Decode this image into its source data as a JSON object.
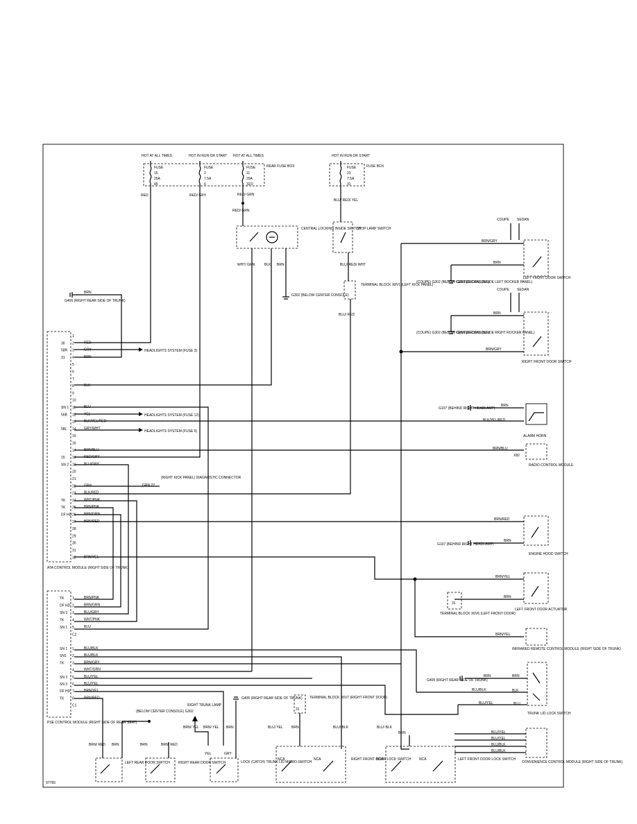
{
  "figure_id": "97783",
  "fuses": {
    "rear": [
      {
        "status": "HOT AT ALL TIMES",
        "fuse": "FUSE",
        "num": "15",
        "amp": "25A",
        "pin": "45"
      },
      {
        "status": "HOT IN RUN OR START",
        "fuse": "FUSE",
        "num": "2",
        "amp": "7.5A",
        "pin": "6"
      },
      {
        "status": "HOT AT ALL TIMES",
        "fuse": "FUSE",
        "num": "11",
        "amp": "20A",
        "pin": "32/2"
      }
    ],
    "rear_box": "REAR FUSE BOX",
    "front": {
      "status": "HOT IN RUN OR START",
      "fuse": "FUSE",
      "num": "23",
      "amp": "7.5A",
      "pin": "31"
    },
    "front_box": "FUSE BOX"
  },
  "labels": {
    "central_locking": "CENTRAL LOCKING INSIDE SWITCH",
    "stop_lamp": "STOP LAMP SWITCH",
    "terminal_x8v1": "TERMINAL BLOCK X8V1 (LEFT KICK PANEL)",
    "g302_console": "G302 (BELOW CENTER CONSOLE)",
    "g405_trunk": "G405 (RIGHT REAR SIDE OF TRUNK)",
    "ata_module": "ATA CONTROL MODULE (RIGHT SIDE OF TRUNK)",
    "headlights_fuse3": "HEADLIGHTS SYSTEM (FUSE 3)",
    "headlights_fuse12": "HEADLIGHTS SYSTEM (FUSE 12)",
    "headlights_fuse6": "HEADLIGHTS SYSTEM (FUSE 6)",
    "diag_connector": "(RIGHT KICK PANEL) DIAGNOSTIC CONNECTOR",
    "lf_door_switch": "LEFT FRONT DOOR SWITCH",
    "rf_door_switch": "RIGHT FRONT DOOR SWITCH",
    "coupe_g302": "(COUPE) G302 (BELOW CENTER CONSOLE)",
    "sedan_g303": "G303 (SEDAN) (INSIDE LEFT ROCKER PANEL)",
    "sedan_g316": "G316 (SEDAN) (INSIDE RIGHT ROCKER PANEL)",
    "coupe": "COUPE",
    "sedan": "SEDAN",
    "g107_alarm": "G107 (BEHIND RIGHT HEADLAMP)",
    "alarm_horn": "ALARM HORN",
    "radio_module": "RADIO CONTROL MODULE",
    "x82": "X82",
    "g107_hood": "G107 (BEHIND RIGHT HEADLAMP)",
    "hood_switch": "ENGINE HOOD SWITCH",
    "lf_actuator": "LEFT FRONT DOOR ACTUATOR",
    "terminal_x6v6": "TERMINAL BLOCK X6V6 (LEFT FRONT DOOR)",
    "infrared": "INFRARED REMOTE CONTROL MODULE (RIGHT SIDE OF TRUNK)",
    "trunk_lock": "TRUNK LID LOCK SWITCH",
    "g405_trunk2": "G405 (RIGHT REAR SIDE OF TRUNK)",
    "conv_module": "CONVENIENCE CONTROL MODULE (RIGHT SIDE OF TRUNK)",
    "pse_module": "PSE CONTROL MODULE (RIGHT SIDE OF REAR SEAT)",
    "lr_door": "LEFT REAR DOOR SWITCH",
    "rr_door": "RIGHT REAR DOOR SWITCH",
    "g302_bottom": "(BELOW CENTER CONSOLE) G302",
    "trunk_lamp": "RIGHT TRUNK LAMP",
    "g405_bottom": "G405 (RIGHT REAR SIDE OF TRUNK)",
    "trunk_micro": "LOCK (CATCH) TRUNK LID MICRO-SWITCH",
    "terminal_x6v7": "TERMINAL BLOCK X6V7 (RIGHT FRONT DOOR)",
    "rf_lock": "RIGHT FRONT DOOR LOCK SWITCH",
    "lf_lock": "LEFT FRONT DOOR LOCK SWITCH"
  },
  "ata_pins": [
    {
      "n": "1",
      "f": "",
      "wire": ""
    },
    {
      "n": "2",
      "f": "30",
      "wire": "RED"
    },
    {
      "n": "3",
      "f": "58R",
      "wire": "GRY"
    },
    {
      "n": "4",
      "f": "31",
      "wire": "BRN"
    },
    {
      "n": "5",
      "f": "",
      "wire": ""
    },
    {
      "n": "6",
      "f": "",
      "wire": ""
    },
    {
      "n": "7",
      "f": "",
      "wire": ""
    },
    {
      "n": "8",
      "f": "",
      "wire": "BLK"
    },
    {
      "n": "9",
      "f": "",
      "wire": ""
    },
    {
      "n": "10",
      "f": "",
      "wire": ""
    },
    {
      "n": "11",
      "f": "SN 1",
      "wire": "BLU"
    },
    {
      "n": "12",
      "f": "56B",
      "wire": "YEL"
    },
    {
      "n": "13",
      "f": "",
      "wire": "BLK/YEL/RED"
    },
    {
      "n": "14",
      "f": "58L",
      "wire": "GRY/WHT"
    },
    {
      "n": "15",
      "f": "",
      "wire": ""
    },
    {
      "n": "16",
      "f": "",
      "wire": ""
    },
    {
      "n": "17",
      "f": "",
      "wire": "BRN/BLU"
    },
    {
      "n": "18",
      "f": "15",
      "wire": "RED/GRY"
    },
    {
      "n": "19",
      "f": "SN 2",
      "wire": "BLU/GRY"
    },
    {
      "n": "20",
      "f": "",
      "wire": ""
    },
    {
      "n": "21",
      "f": "",
      "wire": ""
    },
    {
      "n": "22",
      "f": "",
      "wire": "GRN"
    },
    {
      "n": "23",
      "f": "",
      "wire": "BLK/RED"
    },
    {
      "n": "24",
      "f": "TK",
      "wire": "WHT/PNK"
    },
    {
      "n": "25",
      "f": "TK",
      "wire": "BRN/PNK"
    },
    {
      "n": "26",
      "f": "DF HD",
      "wire": "BRN/GRN"
    },
    {
      "n": "27",
      "f": "",
      "wire": "BRN/RED"
    },
    {
      "n": "28",
      "f": "",
      "wire": ""
    },
    {
      "n": "29",
      "f": "",
      "wire": ""
    },
    {
      "n": "30",
      "f": "",
      "wire": ""
    },
    {
      "n": "31",
      "f": "",
      "wire": ""
    },
    {
      "n": "32",
      "f": "",
      "wire": "BRN/YEL"
    }
  ],
  "pse_pins_a": [
    {
      "n": "1",
      "f": "TK",
      "wire": "BRN/PNK"
    },
    {
      "n": "2",
      "f": "DF HD",
      "wire": "BRN/GRN"
    },
    {
      "n": "3",
      "f": "SN 3",
      "wire": "BLU/GRY"
    },
    {
      "n": "4",
      "f": "TK",
      "wire": "WHT/PNK"
    },
    {
      "n": "5",
      "f": "SN 1",
      "wire": "BLU"
    },
    {
      "n": "C2",
      "f": "",
      "wire": ""
    }
  ],
  "pse_pins_b": [
    {
      "n": "1",
      "f": "SN 1",
      "wire": "BLU/BLK"
    },
    {
      "n": "2",
      "f": "SN1",
      "wire": "BLU/BLK"
    },
    {
      "n": "3",
      "f": "TK",
      "wire": "BRN/GRY"
    },
    {
      "n": "4",
      "f": "",
      "wire": "WHT/GRN"
    },
    {
      "n": "5",
      "f": "SN 2",
      "wire": "BLU/YEL"
    },
    {
      "n": "6",
      "f": "SN 3",
      "wire": "BLU/YEL"
    },
    {
      "n": "7",
      "f": "DF HD",
      "wire": "BRN/YEL"
    },
    {
      "n": "8",
      "f": "TK",
      "wire": "BRN/RED"
    },
    {
      "n": "C1",
      "f": "",
      "wire": ""
    }
  ],
  "conv_wires": [
    "BLU/YEL",
    "BLU/YEL",
    "BLU/BLK",
    "BLU/BLK"
  ],
  "wire_labels": {
    "red": "RED",
    "red_gry": "RED/ GRY",
    "red_grn": "RED/ GRN",
    "blu_red_yel": "BLU/ RED/ YEL",
    "wht_grn": "WHT/ GRN",
    "blk": "BLK",
    "brn": "BRN",
    "blu_red_wht": "BLU/ RED/ WHT",
    "blu_red": "BLU/ RED",
    "brn_gry": "BRN/GRY",
    "brn_yel": "BRN/YEL",
    "brn_red": "BRN/RED",
    "brn_blu": "BRN/BLU",
    "blk_yel_red": "BLK/YEL/RED",
    "blu_blk": "BLU/BLK",
    "blu_yel": "BLU/YEL",
    "blu": "BLU",
    "grn22": "GRN 22",
    "brn_red_b": "BRN/ RED",
    "brn_yel_b": "BRN/ YEL",
    "blu_yel_b": "BLU/ YEL",
    "blu_blk_b": "BLU/ BLK",
    "yel": "YEL",
    "gry": "GRY",
    "nca": "NCA"
  }
}
